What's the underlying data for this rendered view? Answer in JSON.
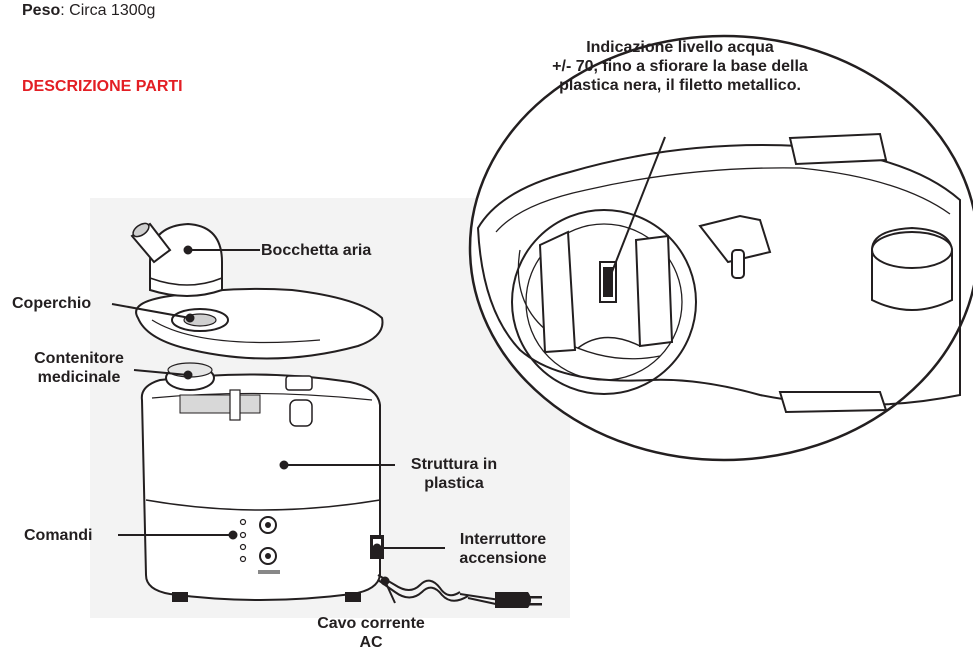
{
  "header": {
    "weight_key": "Peso",
    "weight_value": ": Circa 1300g",
    "section_title": "DESCRIZIONE PARTI"
  },
  "callout": {
    "line1": "Indicazione livello acqua",
    "line2": "+/- 70, fino a sfiorare la base della",
    "line3": "plastica nera, il filetto metallico."
  },
  "labels": {
    "air_nozzle": "Bocchetta aria",
    "lid": "Coperchio",
    "med_container_1": "Contenitore",
    "med_container_2": "medicinale",
    "structure_1": "Struttura in",
    "structure_2": "plastica",
    "controls": "Comandi",
    "power_switch_1": "Interruttore",
    "power_switch_2": "accensione",
    "ac_cable_1": "Cavo corrente",
    "ac_cable_2": "AC"
  },
  "colors": {
    "accent": "#e31e24",
    "ink": "#231f20"
  }
}
